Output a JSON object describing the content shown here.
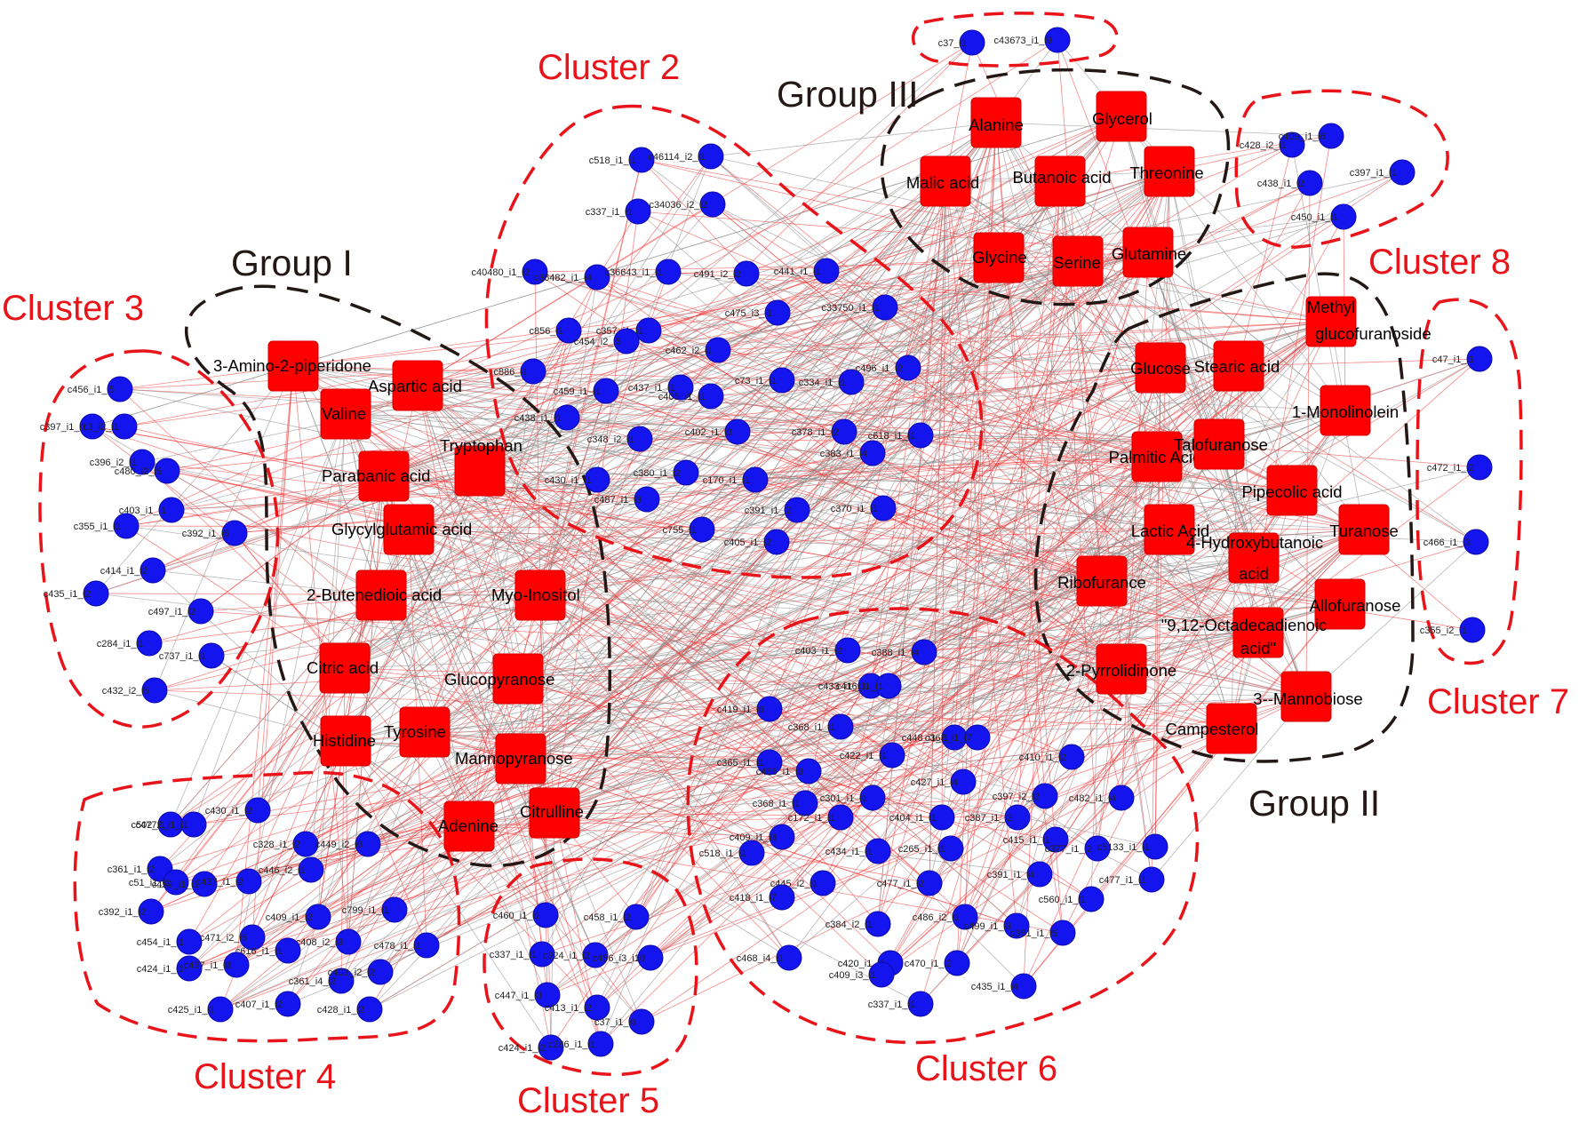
{
  "colors": {
    "cluster": "#e8141a",
    "group": "#231815",
    "metabolite": "#ff0000",
    "gene": "#1414ee",
    "edge_metabolite_gene": "#f02828",
    "edge_metabolite_metabolite": "#8a8a8a"
  },
  "clusters": [
    {
      "label": "Cluster 2"
    },
    {
      "label": "Cluster 3"
    },
    {
      "label": "Cluster 4"
    },
    {
      "label": "Cluster 5"
    },
    {
      "label": "Cluster 6"
    },
    {
      "label": "Cluster 7"
    },
    {
      "label": "Cluster 8"
    }
  ],
  "groups": [
    {
      "label": "Group I"
    },
    {
      "label": "Group II"
    },
    {
      "label": "Group III"
    }
  ],
  "metabolites": {
    "group_i": [
      "3-Amino-2-piperidone",
      "Aspartic acid",
      "Valine",
      "Parabanic acid",
      "Tryptophan",
      "Glycylglutamic acid",
      "2-Butenedioic acid",
      "Myo-Inositol",
      "Citric acid",
      "Glucopyranose",
      "Histidine",
      "Tyrosine",
      "Mannopyranose",
      "Adenine",
      "Citrulline"
    ],
    "group_ii": [
      "Methyl",
      "glucofuranoside",
      "Glucose",
      "Stearic acid",
      "1-Monolinolein",
      "Palmitic Acid",
      "Talofuranose",
      "Pipecolic acid",
      "Lactic Acid",
      "4-Hydroxybutanoic",
      "acid",
      "Turanose",
      "Ribofurance",
      "Allofuranose",
      "\"9,12-Octadecadienoic",
      "acid\"",
      "2-Pyrrolidinone",
      "3--Mannobiose",
      "Campesterol"
    ],
    "group_iii": [
      "Alanine",
      "Glycerol",
      "Malic acid",
      "Butanoic acid",
      "Threonine",
      "Glycine",
      "Serine",
      "Glutamine"
    ]
  },
  "gene_labels": {
    "top": [
      "c37_i1",
      "c43673_i1_i9"
    ],
    "cluster2": [
      "c518_i1_i1",
      "c46114_i2_i1",
      "c337_i1_i1",
      "c34036_i2_i2",
      "c40480_i1_i2",
      "c36482_i1_i4",
      "c36643_i1_i1",
      "c491_i2_i2",
      "c441_i1_i1",
      "c475_i3_i1",
      "c33750_i1_i1",
      "c856_i1",
      "c357_i1_i1",
      "c454_i2_i5",
      "c462_i2_i1",
      "c886_i1",
      "c459_i1_i1",
      "c437_i1_i1",
      "c405_i1_i1",
      "c73_i1_i1",
      "c334_i1_i1",
      "c496_i1_i2",
      "c438_i1_i1",
      "c348_i2_i1",
      "c402_i1_i3",
      "c378_i1_i2",
      "c383_i1_i4",
      "c618_i1_i1",
      "c430_i1_i1",
      "c380_i1_i2",
      "c487_i1_i3",
      "c170_i1_i1",
      "c755_i1",
      "c405_i1_i2",
      "c391_i1_i2",
      "c370_i1_i1"
    ],
    "cluster3": [
      "c456_i1_i5",
      "c397_i1_i1",
      "c3_i2_i1",
      "c396_i2_i1",
      "c480_i2_i5",
      "c403_i1_i1",
      "c355_i1_i1",
      "c392_i1_i5",
      "c414_i1_i2",
      "c435_i1_i2",
      "c497_i1_i2",
      "c284_i1_i1",
      "c737_i1_i1",
      "c432_i2_i5"
    ],
    "cluster4": [
      "c502_i1",
      "c4772_i1_i1",
      "c430_i1_i2",
      "c328_i1_i2",
      "c449_i2_i6",
      "c361_i1_i2",
      "c51_i1_i1",
      "c459_i1_i1",
      "c437_i1_i2",
      "c446_i2_i1",
      "c392_i1_i2",
      "c409_i1_i2",
      "c799_i1_i1",
      "c454_i1_i1",
      "c471_i2_i5",
      "c408_i2_i3",
      "c616_i1_i1",
      "c478_i1_i1",
      "c424_i1_i1",
      "c437_i1_i8",
      "c361_i4_i2",
      "c403_i2_i2",
      "c425_i1_i1",
      "c407_i1_i2",
      "c428_i1_i2"
    ],
    "cluster5": [
      "c460_i1_i1",
      "c458_i1_i2",
      "c337_i1_i1",
      "c324_i1_i2",
      "c456_i3_i10",
      "c447_i1_i3",
      "c413_i1_i2",
      "c37_i1_i6",
      "c424_i1_i2",
      "c286_i1_i1"
    ],
    "cluster6": [
      "c403_i1_i2",
      "c388_i1_i4",
      "c433_i1_i3",
      "c416_i1_i1",
      "c419_i1_i6",
      "c368_i1_i1",
      "c448_i1_i1",
      "c363_i1_i7",
      "c365_i1_i1",
      "c468_i1_i3",
      "c422_i1_i1",
      "c410_i1_i2",
      "c368_i1_i1",
      "c301_i1_i1",
      "c427_i1_i4",
      "c397_i2_i2",
      "c172_i1_i1",
      "c409_i1_i3",
      "c404_i1_i1",
      "c387_i1_i2",
      "c482_i1_i4",
      "c518_i1_i1",
      "c434_i1_i1",
      "c265_i1_i1",
      "c415_i1_i1",
      "c377_i1_i2",
      "c5133_i1_i1",
      "c445_i2_i1",
      "c477_i1_i2",
      "c391_i1_i4",
      "c477_i1_i1",
      "c418_i1_i7",
      "c384_i2_i1",
      "c486_i2_i1",
      "c499_i1_i3",
      "c381_i1_i5",
      "c560_i1_i1",
      "c468_i4_i1",
      "c420_i1_i1",
      "c409_i3_i1",
      "c470_i1_i2",
      "c435_i1_i4",
      "c337_i1_i1"
    ],
    "cluster7": [
      "c47_i1_i1",
      "c472_i1_i2",
      "c466_i1_i3",
      "c355_i2_i1"
    ],
    "cluster8": [
      "c428_i2_i1",
      "c409_i1_i6",
      "c438_i1_i2",
      "c397_i1_i1",
      "c450_i1_i1"
    ]
  }
}
